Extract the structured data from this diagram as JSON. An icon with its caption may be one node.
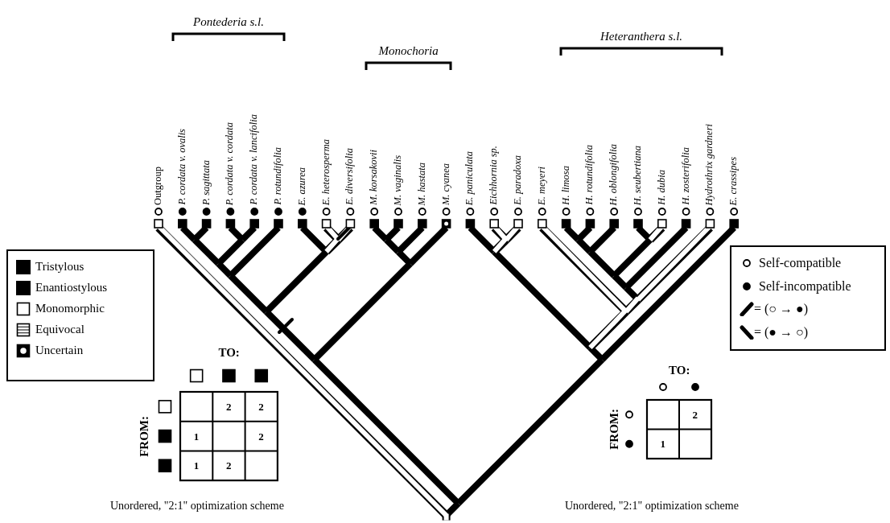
{
  "diagram": {
    "labels": [
      "Pontederia s.l.",
      "Monochoria",
      "Heteranthera s.l.",
      "Outgroup",
      "P. cordata v. ovalis",
      "P. sagittata",
      "P. cordata v. cordata",
      "P. cordata v. lancifolia",
      "P. rotundifolia",
      "E. azurea",
      "E. heterosperma",
      "E. diversifolia",
      "M. korsakovii",
      "M. vaginalis",
      "M. hastata",
      "M. cyanea",
      "E. paniculata",
      "Eichhornia sp.",
      "E. paradoxa",
      "E. meyeri",
      "H. limosa",
      "H. rotundifolia",
      "H. oblongifolia",
      "H. seubertiana",
      "H. dubia",
      "H. zosterifolia",
      "Hydrothrix gardneri",
      "E. crassipes",
      "TO:",
      "FROM:",
      "2",
      "2",
      "1",
      "2",
      "1",
      "2",
      "Unordered, \"2:1\" optimization scheme",
      "TO:",
      "FROM:",
      "2",
      "1",
      "Unordered, \"2:1\" optimization scheme"
    ],
    "legend": [
      {
        "text": "Tristylous",
        "color": "#000000"
      },
      {
        "text": "Enantiostylous",
        "color": "#000000"
      },
      {
        "text": "Monomorphic"
      },
      {
        "text": "Equivocal"
      },
      {
        "text": "Uncertain"
      },
      {
        "text": "Self-compatible"
      },
      {
        "text": "Self-incompatible"
      },
      {
        "text": "= (○ → ●)"
      },
      {
        "text": "= (● → ○)"
      }
    ]
  }
}
